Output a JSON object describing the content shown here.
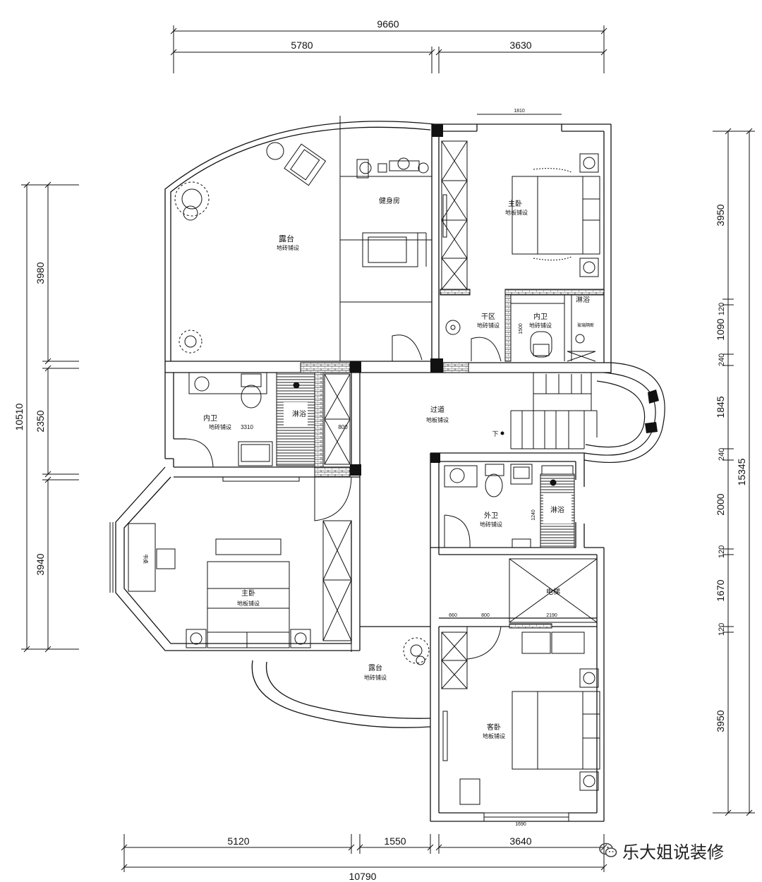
{
  "dimensions": {
    "top_total": "9660",
    "top_left": "5780",
    "top_right": "3630",
    "bottom_left": "5120",
    "bottom_mid": "1550",
    "bottom_right": "3640",
    "bottom_total": "10790",
    "left_top": "3980",
    "left_mid": "2350",
    "left_bottom": "3940",
    "left_total": "10510",
    "right_total": "15345",
    "right_segments": [
      "3950",
      "120",
      "1090",
      "240",
      "1845",
      "240",
      "2000",
      "120",
      "1670",
      "120",
      "3950"
    ],
    "inner_1810": "1810",
    "inner_3310": "3310",
    "inner_800_a": "800",
    "inner_1500": "1500",
    "inner_1240": "1240",
    "inner_660": "660",
    "inner_800_b": "800",
    "inner_2190": "2190",
    "inner_1690": "1690"
  },
  "rooms": {
    "terrace_top": {
      "name": "露台",
      "floor": "地砖铺设"
    },
    "gym": {
      "name": "健身房"
    },
    "master_bed_top": {
      "name": "主卧",
      "floor": "地板铺设"
    },
    "dry_area": {
      "name": "干区",
      "floor": "地砖铺设"
    },
    "inner_bath_top": {
      "name": "内卫",
      "floor": "地砖铺设"
    },
    "shower_top": {
      "name": "淋浴",
      "note": "玻璃隔断"
    },
    "inner_bath_left": {
      "name": "内卫",
      "floor": "地砖铺设"
    },
    "shower_left": {
      "name": "淋浴"
    },
    "corridor": {
      "name": "过道",
      "floor": "地板铺设"
    },
    "stair_down": {
      "name": "下"
    },
    "outer_bath": {
      "name": "外卫",
      "floor": "地砖铺设"
    },
    "shower_outer": {
      "name": "淋浴"
    },
    "elevator": {
      "name": "电梯"
    },
    "master_bed_left": {
      "name": "主卧",
      "floor": "地板铺设"
    },
    "desk": {
      "name": "书桌"
    },
    "terrace_bottom": {
      "name": "露台",
      "floor": "地砖铺设"
    },
    "guest_bed": {
      "name": "客卧",
      "floor": "地板铺设"
    }
  },
  "watermark": {
    "text": "乐大姐说装修",
    "icon": "wechat-icon"
  }
}
